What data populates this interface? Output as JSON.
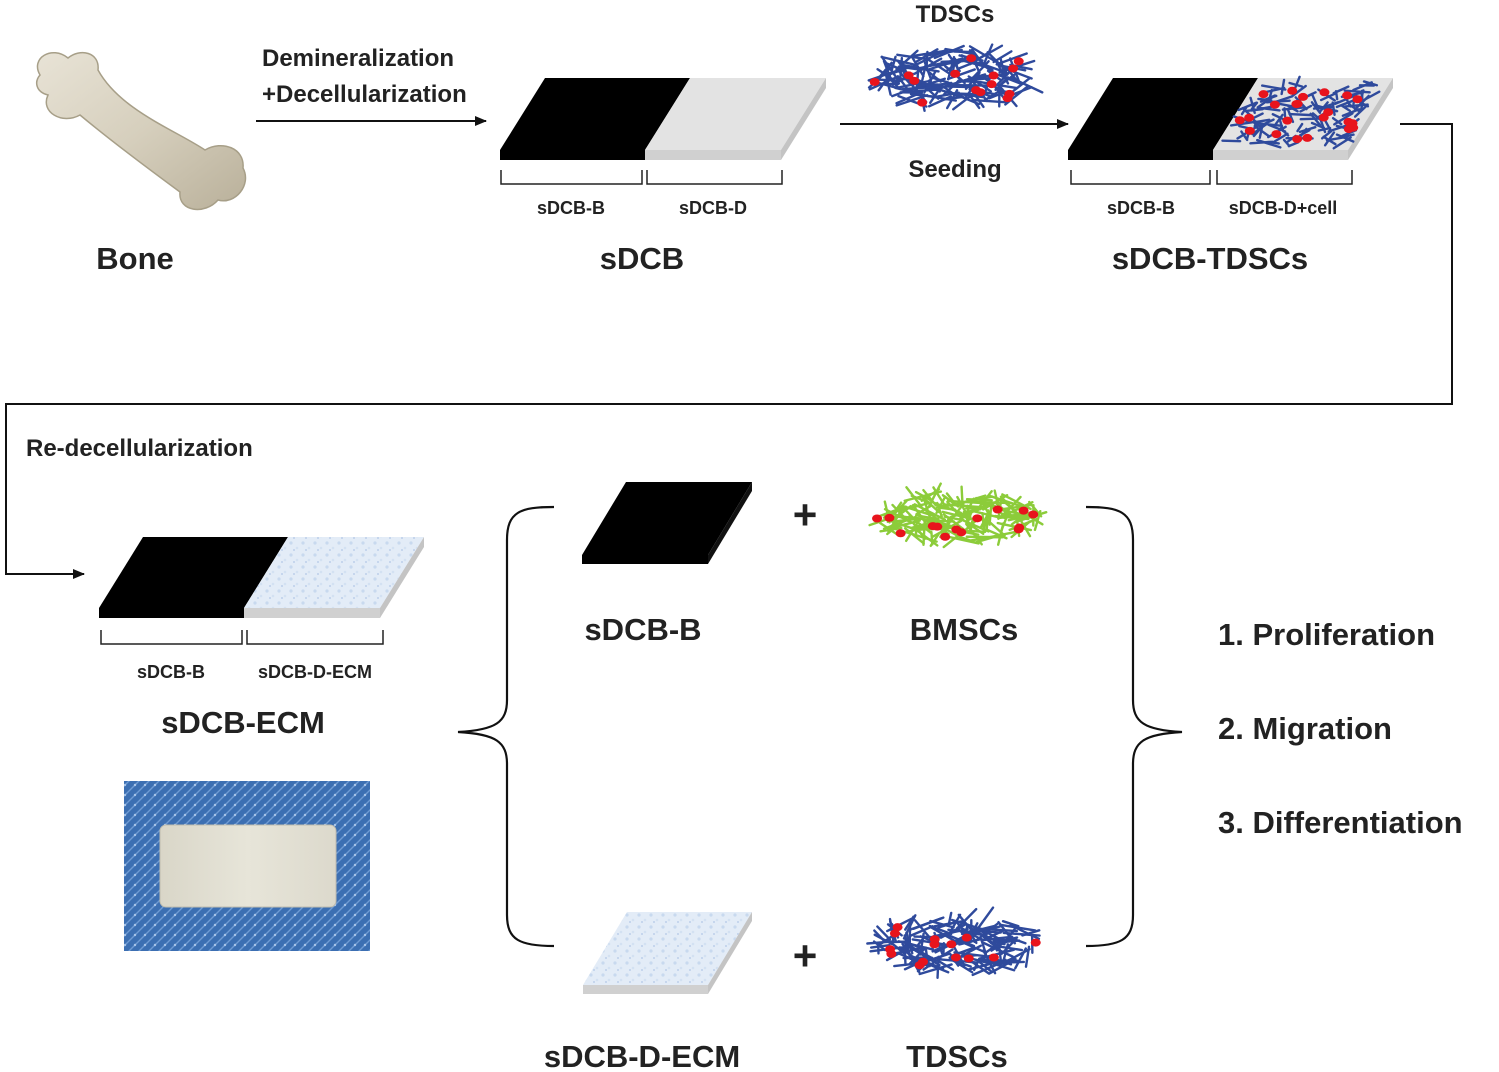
{
  "stage1": {
    "bone_label": "Bone",
    "step1_line1": "Demineralization",
    "step1_line2": "+Decellularization",
    "sdcb_label": "sDCB",
    "sdcb_b": "sDCB-B",
    "sdcb_d": "sDCB-D"
  },
  "stage2": {
    "cells_label": "TDSCs",
    "seeding_label": "Seeding",
    "result_label": "sDCB-TDSCs",
    "part_b": "sDCB-B",
    "part_d": "sDCB-D+cell"
  },
  "stage3": {
    "step_label": "Re-decellularization",
    "result_label": "sDCB-ECM",
    "part_b": "sDCB-B",
    "part_d": "sDCB-D-ECM"
  },
  "combos": {
    "top_scaffold": "sDCB-B",
    "top_plus": "+",
    "top_cells": "BMSCs",
    "bottom_scaffold": "sDCB-D-ECM",
    "bottom_plus": "+",
    "bottom_cells": "TDSCs"
  },
  "outcomes": [
    "1. Proliferation",
    "2. Migration",
    "3. Differentiation"
  ],
  "colors": {
    "bone_segment": "#000000",
    "scaffold_plain": "#e3e3e3",
    "ecm_texture": "#d4e3f3",
    "tdsc_fibers": "#2f4a9c",
    "bmsc_fibers": "#8ccc3a",
    "nuclei": "#e8141c",
    "photo_background": "#3c6fb2"
  }
}
